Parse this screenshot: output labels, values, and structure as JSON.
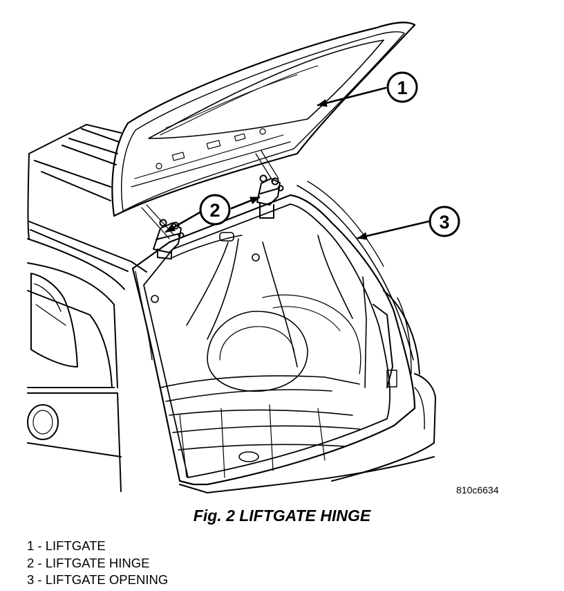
{
  "figure": {
    "code": "810c6634",
    "caption": "Fig. 2 LIFTGATE HINGE",
    "callouts": [
      {
        "number": "1",
        "target": "liftgate"
      },
      {
        "number": "2",
        "target": "liftgate-hinge"
      },
      {
        "number": "3",
        "target": "liftgate-opening"
      }
    ]
  },
  "legend": {
    "items": [
      {
        "text": "1 - LIFTGATE"
      },
      {
        "text": "2 - LIFTGATE HINGE"
      },
      {
        "text": "3 - LIFTGATE OPENING"
      }
    ]
  },
  "colors": {
    "ink": "#000000",
    "paper": "#ffffff"
  }
}
